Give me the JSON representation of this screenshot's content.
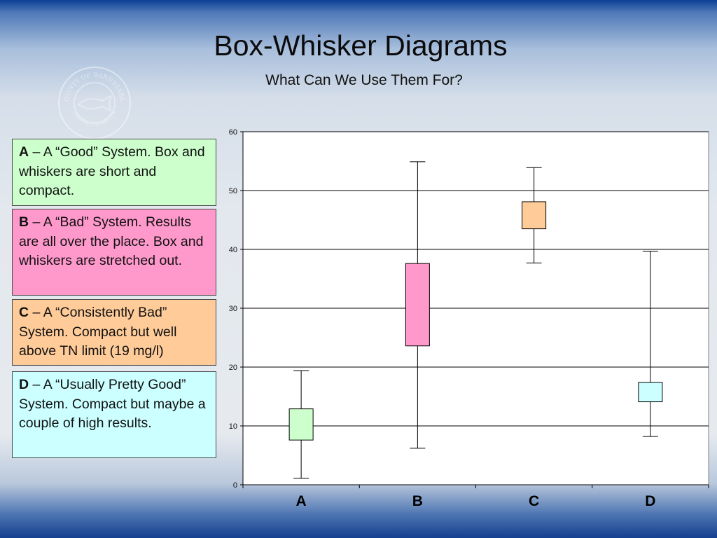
{
  "title": "Box-Whisker Diagrams",
  "subtitle": "What Can We Use Them For?",
  "seal": {
    "text_top": "COUNTY OF BARNSTABLE",
    "text_bottom": "MASSACHUSETTS"
  },
  "notes": [
    {
      "letter": "A",
      "text": " – A “Good” System. Box and whiskers are short and compact.",
      "color": "#ccffcc"
    },
    {
      "letter": "B",
      "text": " – A “Bad” System. Results are all over the place. Box and whiskers are stretched out.",
      "color": "#ff99cc"
    },
    {
      "letter": "C",
      "text": " – A “Consistently Bad” System. Compact but well above TN limit (19 mg/l)",
      "color": "#ffcc99"
    },
    {
      "letter": "D",
      "text": " – A “Usually Pretty Good” System. Compact but maybe a couple of high results.",
      "color": "#ccffff"
    }
  ],
  "chart_data": {
    "type": "box",
    "title": "",
    "xlabel": "",
    "ylabel": "",
    "ylim": [
      0,
      60
    ],
    "yticks": [
      0,
      10,
      20,
      30,
      40,
      50,
      60
    ],
    "grid": true,
    "categories": [
      "A",
      "B",
      "C",
      "D"
    ],
    "boxes": [
      {
        "name": "A",
        "min": 1.1,
        "q1": 7.6,
        "q3": 12.9,
        "max": 19.4,
        "color": "#ccffcc"
      },
      {
        "name": "B",
        "min": 6.2,
        "q1": 23.6,
        "q3": 37.6,
        "max": 54.9,
        "color": "#ff99cc"
      },
      {
        "name": "C",
        "min": 37.7,
        "q1": 43.5,
        "q3": 48.1,
        "max": 53.9,
        "color": "#ffcc99"
      },
      {
        "name": "D",
        "min": 8.2,
        "q1": 14.1,
        "q3": 17.4,
        "max": 39.7,
        "color": "#ccffff"
      }
    ]
  }
}
